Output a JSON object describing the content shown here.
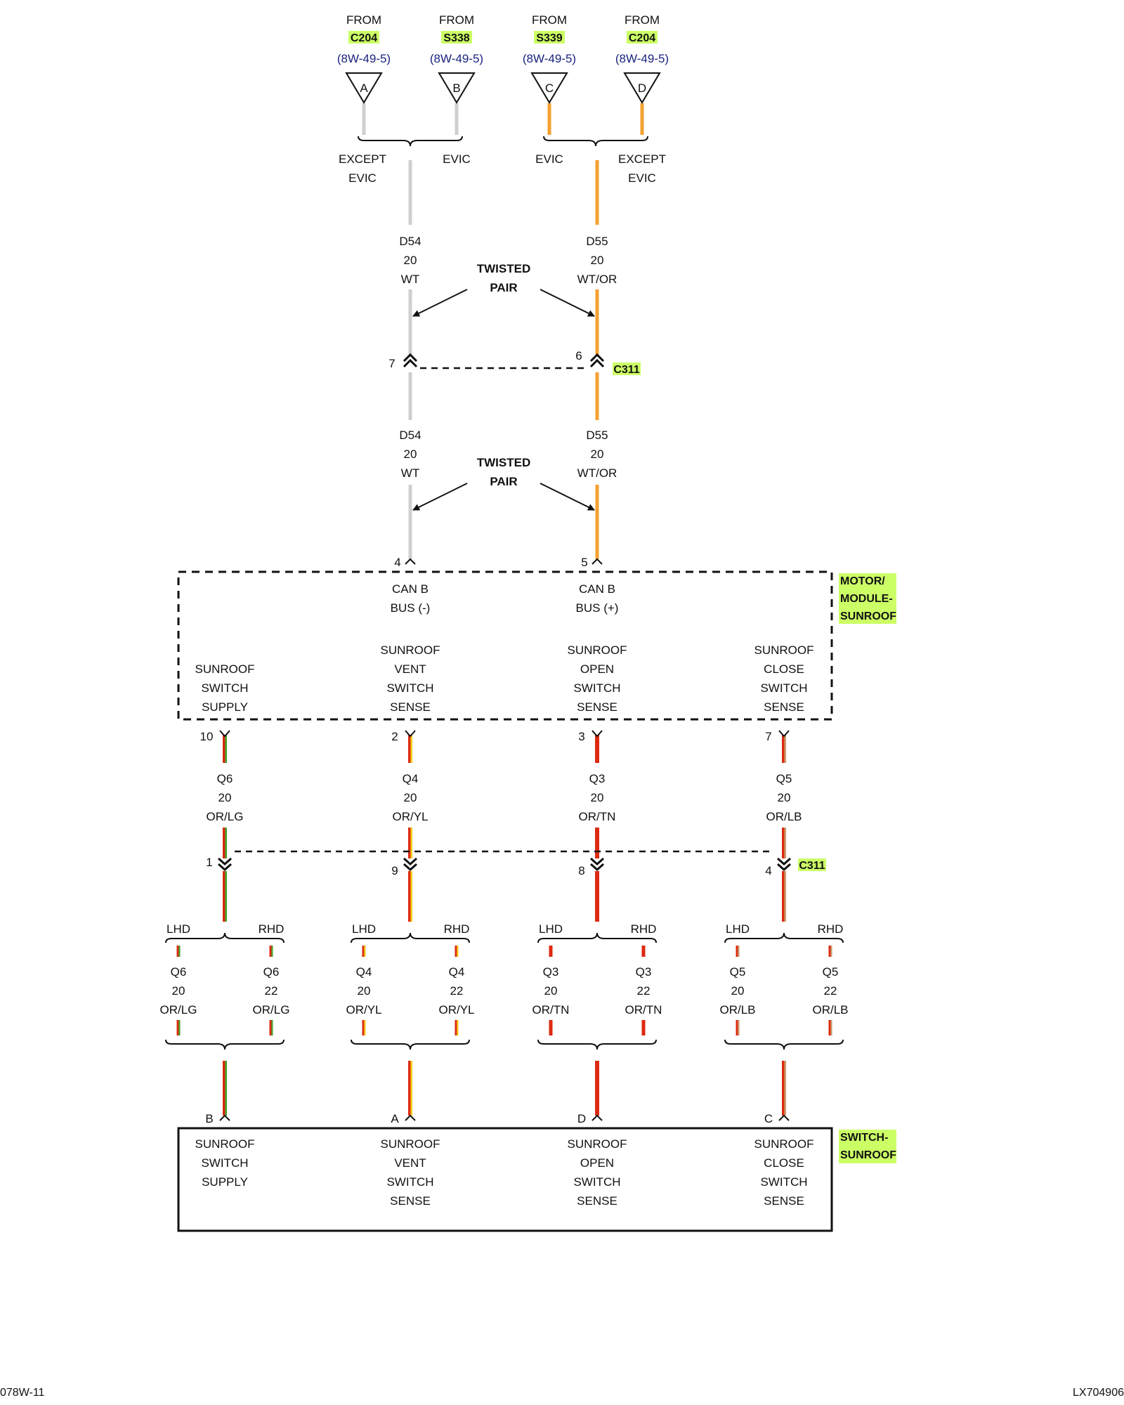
{
  "colors": {
    "highlight": "#ccff66",
    "wire_white": "#cfcfcf",
    "wire_orange": "#f4a030",
    "wire_red": "#dd2a10",
    "wire_green": "#3ea72d",
    "wire_yellow": "#f3d318",
    "wire_tan": "#c8a070",
    "wire_blue": "#3b6fd8",
    "ref_text": "#1a237e"
  },
  "sources": [
    {
      "from": "FROM",
      "connector": "C204",
      "ref": "(8W-49-5)",
      "letter": "A"
    },
    {
      "from": "FROM",
      "connector": "S338",
      "ref": "(8W-49-5)",
      "letter": "B"
    },
    {
      "from": "FROM",
      "connector": "S339",
      "ref": "(8W-49-5)",
      "letter": "C"
    },
    {
      "from": "FROM",
      "connector": "C204",
      "ref": "(8W-49-5)",
      "letter": "D"
    }
  ],
  "options": {
    "left_a": [
      "EXCEPT",
      "EVIC"
    ],
    "left_b": [
      "EVIC"
    ],
    "right_a": [
      "EVIC"
    ],
    "right_b": [
      "EXCEPT",
      "EVIC"
    ]
  },
  "can_wires": {
    "left": {
      "circuit": "D54",
      "gauge": "20",
      "color": "WT"
    },
    "right": {
      "circuit": "D55",
      "gauge": "20",
      "color": "WT/OR"
    }
  },
  "twisted_pair": [
    "TWISTED",
    "PAIR"
  ],
  "connector_c311": {
    "name": "C311",
    "upper_pins": [
      "7",
      "6"
    ],
    "lower_pins": [
      "1",
      "9",
      "8",
      "4"
    ]
  },
  "module": {
    "name": [
      "MOTOR/",
      "MODULE-",
      "SUNROOF"
    ],
    "can_pins": [
      {
        "pin": "4",
        "label": [
          "CAN B",
          "BUS (-)"
        ]
      },
      {
        "pin": "5",
        "label": [
          "CAN B",
          "BUS (+)"
        ]
      }
    ],
    "terminals": [
      {
        "pin": "10",
        "label": [
          "SUNROOF",
          "SWITCH",
          "SUPPLY"
        ]
      },
      {
        "pin": "2",
        "label": [
          "SUNROOF",
          "VENT",
          "SWITCH",
          "SENSE"
        ]
      },
      {
        "pin": "3",
        "label": [
          "SUNROOF",
          "OPEN",
          "SWITCH",
          "SENSE"
        ]
      },
      {
        "pin": "7",
        "label": [
          "SUNROOF",
          "CLOSE",
          "SWITCH",
          "SENSE"
        ]
      }
    ]
  },
  "switch_circuits": [
    {
      "circuit": "Q6",
      "gauge": "20",
      "color": "OR/LG",
      "lhd": {
        "circuit": "Q6",
        "gauge": "20",
        "color": "OR/LG"
      },
      "rhd": {
        "circuit": "Q6",
        "gauge": "22",
        "color": "OR/LG"
      }
    },
    {
      "circuit": "Q4",
      "gauge": "20",
      "color": "OR/YL",
      "lhd": {
        "circuit": "Q4",
        "gauge": "20",
        "color": "OR/YL"
      },
      "rhd": {
        "circuit": "Q4",
        "gauge": "22",
        "color": "OR/YL"
      }
    },
    {
      "circuit": "Q3",
      "gauge": "20",
      "color": "OR/TN",
      "lhd": {
        "circuit": "Q3",
        "gauge": "20",
        "color": "OR/TN"
      },
      "rhd": {
        "circuit": "Q3",
        "gauge": "22",
        "color": "OR/TN"
      }
    },
    {
      "circuit": "Q5",
      "gauge": "20",
      "color": "OR/LB",
      "lhd": {
        "circuit": "Q5",
        "gauge": "20",
        "color": "OR/LB"
      },
      "rhd": {
        "circuit": "Q5",
        "gauge": "22",
        "color": "OR/LB"
      }
    }
  ],
  "lhd_label": "LHD",
  "rhd_label": "RHD",
  "switch": {
    "name": [
      "SWITCH-",
      "SUNROOF"
    ],
    "terminals": [
      {
        "pin": "B",
        "label": [
          "SUNROOF",
          "SWITCH",
          "SUPPLY"
        ]
      },
      {
        "pin": "A",
        "label": [
          "SUNROOF",
          "VENT",
          "SWITCH",
          "SENSE"
        ]
      },
      {
        "pin": "D",
        "label": [
          "SUNROOF",
          "OPEN",
          "SWITCH",
          "SENSE"
        ]
      },
      {
        "pin": "C",
        "label": [
          "SUNROOF",
          "CLOSE",
          "SWITCH",
          "SENSE"
        ]
      }
    ]
  },
  "footer": {
    "left": "078W-11",
    "right": "LX704906"
  }
}
